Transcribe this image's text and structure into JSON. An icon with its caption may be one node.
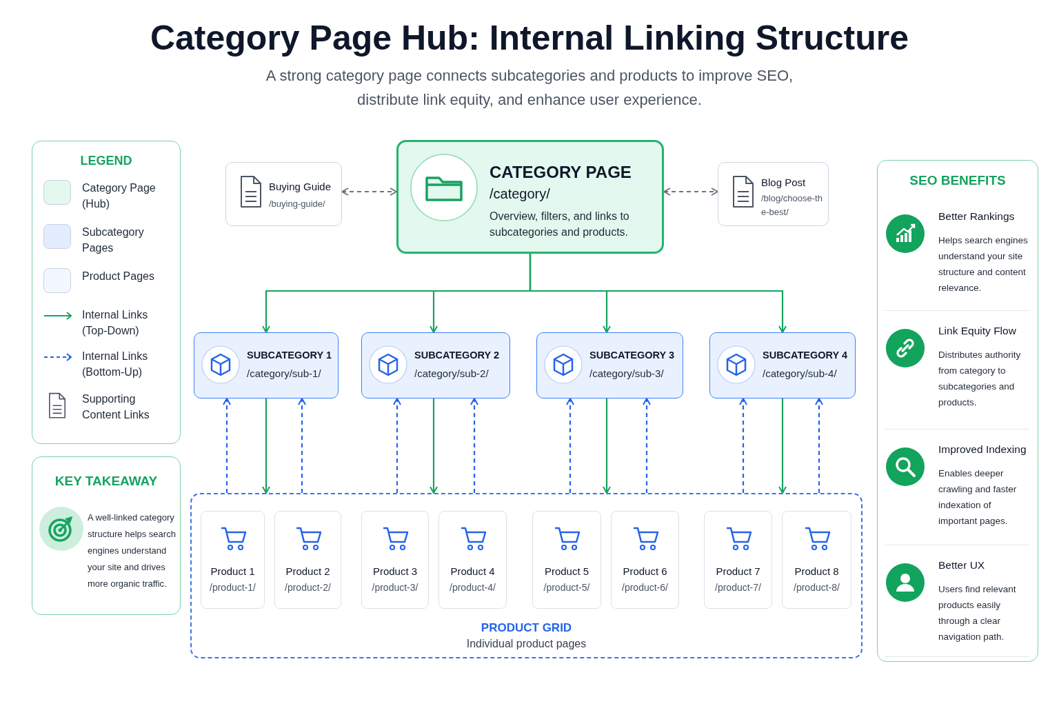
{
  "diagram": {
    "title": "Category Page Hub: Internal Linking Structure",
    "caption": "A strong category page connects subcategories and products to improve SEO, distribute link equity, and enhance user experience.",
    "nodes": [
      {
        "text": [
          "CATEGORY PAGE",
          "/category/",
          "Overview, filters, and links to subcategories and products."
        ]
      },
      {
        "text": [
          "Buying Guide",
          "/buying-guide/"
        ]
      },
      {
        "text": [
          "Blog Post",
          "/blog/choose-the-best/"
        ]
      },
      {
        "text": [
          "SUBCATEGORY 1",
          "/category/sub-1/"
        ]
      },
      {
        "text": [
          "SUBCATEGORY 2",
          "/category/sub-2/"
        ]
      },
      {
        "text": [
          "SUBCATEGORY 3",
          "/category/sub-3/"
        ]
      },
      {
        "text": [
          "SUBCATEGORY 4",
          "/category/sub-4/"
        ]
      },
      {
        "text": [
          "PRODUCT GRID",
          "Individual product pages"
        ]
      },
      {
        "text": [
          "Product 1",
          "/product-1/"
        ],
        "in": 7
      },
      {
        "text": [
          "Product 2",
          "/product-2/"
        ],
        "in": 7
      },
      {
        "text": [
          "Product 3",
          "/product-3/"
        ],
        "in": 7
      },
      {
        "text": [
          "Product 4",
          "/product-4/"
        ],
        "in": 7
      },
      {
        "text": [
          "Product 5",
          "/product-5/"
        ],
        "in": 7
      },
      {
        "text": [
          "Product 6",
          "/product-6/"
        ],
        "in": 7
      },
      {
        "text": [
          "Product 7",
          "/product-7/"
        ],
        "in": 7
      },
      {
        "text": [
          "Product 8",
          "/product-8/"
        ],
        "in": 7
      },
      {
        "text": [
          "SEO BENEFITS"
        ]
      },
      {
        "text": [
          "Better Rankings",
          "Helps search engines understand your site structure and content relevance."
        ],
        "in": 16
      },
      {
        "text": [
          "Link Equity Flow",
          "Distributes authority from category to subcategories and products."
        ],
        "in": 16
      },
      {
        "text": [
          "Improved Indexing",
          "Enables deeper crawling and faster indexation of important pages."
        ],
        "in": 16
      },
      {
        "text": [
          "Better UX",
          "Users find relevant products easily through a clear navigation path."
        ],
        "in": 16
      },
      {
        "text": [
          "KEY TAKEAWAY",
          "A well-linked category structure helps search engines understand your site and drives more organic traffic."
        ]
      }
    ],
    "edges": [
      {
        "from": 1,
        "to": 0,
        "arrow": "both",
        "style": "dashed",
        "color": "#6b7280"
      },
      {
        "from": 0,
        "to": 2,
        "arrow": "both",
        "style": "dashed",
        "color": "#6b7280"
      },
      {
        "from": 0,
        "to": 3,
        "arrow": "to"
      },
      {
        "from": 0,
        "to": 4,
        "arrow": "to"
      },
      {
        "from": 0,
        "to": 5,
        "arrow": "to"
      },
      {
        "from": 0,
        "to": 6,
        "arrow": "to"
      },
      {
        "from": 3,
        "to": 7,
        "arrow": "to"
      },
      {
        "from": 4,
        "to": 7,
        "arrow": "to"
      },
      {
        "from": 5,
        "to": 7,
        "arrow": "to"
      },
      {
        "from": 6,
        "to": 7,
        "arrow": "to"
      },
      {
        "from": 7,
        "to": 3,
        "arrow": "to",
        "style": "dashed",
        "color": "#2563eb"
      },
      {
        "from": 7,
        "to": 3,
        "arrow": "to",
        "style": "dashed",
        "color": "#2563eb"
      },
      {
        "from": 7,
        "to": 4,
        "arrow": "to",
        "style": "dashed",
        "color": "#2563eb"
      },
      {
        "from": 7,
        "to": 4,
        "arrow": "to",
        "style": "dashed",
        "color": "#2563eb"
      },
      {
        "from": 7,
        "to": 5,
        "arrow": "to",
        "style": "dashed",
        "color": "#2563eb"
      },
      {
        "from": 7,
        "to": 5,
        "arrow": "to",
        "style": "dashed",
        "color": "#2563eb"
      },
      {
        "from": 7,
        "to": 6,
        "arrow": "to",
        "style": "dashed",
        "color": "#2563eb"
      },
      {
        "from": 7,
        "to": 6,
        "arrow": "to",
        "style": "dashed",
        "color": "#2563eb"
      }
    ],
    "labels": [
      "LEGEND"
    ],
    "legend": [
      {
        "text": "Category Page (Hub)",
        "color": "#e3f8ee"
      },
      {
        "text": "Subcategory Pages",
        "color": "#e3edff"
      },
      {
        "text": "Product Pages",
        "color": "#f3f7ff"
      },
      {
        "text": "Internal Links (Top-Down)"
      },
      {
        "text": "Internal Links (Bottom-Up)"
      },
      {
        "text": "Supporting Content Links"
      }
    ]
  }
}
